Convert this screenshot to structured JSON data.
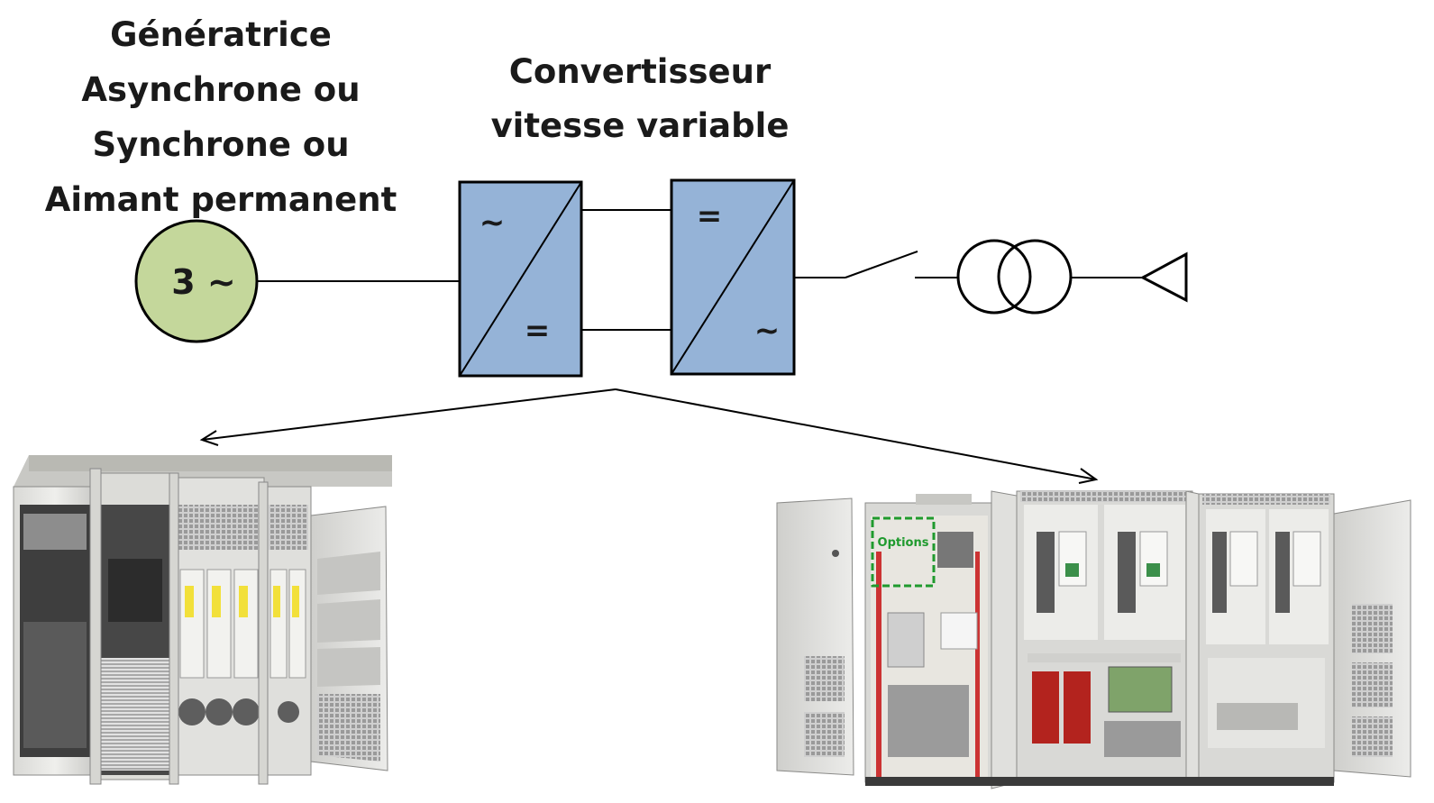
{
  "generator": {
    "title": "Génératrice\nAsynchrone ou\nSynchrone ou\nAimant permanent",
    "symbol": "3 ~"
  },
  "converter": {
    "title": "Convertisseur\nvitesse variable",
    "rectifier": {
      "input_symbol": "~",
      "output_symbol": "="
    },
    "inverter": {
      "input_symbol": "=",
      "output_symbol": "~"
    }
  },
  "photos": {
    "left_cabinet": {
      "description_icon": "converter-cabinet-photo"
    },
    "right_cabinet": {
      "description_icon": "converter-cabinet-photo",
      "options_label": "Options"
    }
  },
  "colors": {
    "generator_fill": "#c4d79b",
    "converter_fill": "#95b3d7",
    "options_box": "#1f9a2e",
    "options_text": "#1f9a2e"
  }
}
